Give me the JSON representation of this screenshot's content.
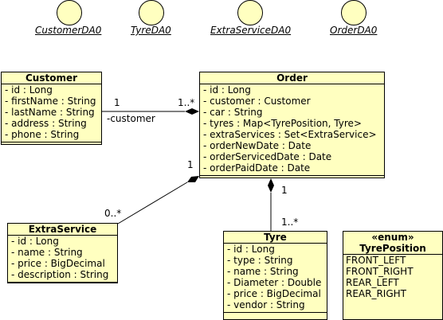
{
  "interfaces": [
    "CustomerDA0",
    "TyreDA0",
    "ExtraServiceDA0",
    "OrderDA0"
  ],
  "classes": {
    "customer": {
      "name": "Customer",
      "attributes": [
        "- id : Long",
        "- firstName : String",
        "- lastName : String",
        "- address : String",
        "- phone : String"
      ]
    },
    "order": {
      "name": "Order",
      "attributes": [
        "- id : Long",
        "- customer : Customer",
        "- car : String",
        "- tyres : Map<TyrePosition, Tyre>",
        "- extraServices : Set<ExtraService>",
        "- orderNewDate : Date",
        "- orderServicedDate : Date",
        "- orderPaidDate : Date"
      ]
    },
    "extraservice": {
      "name": "ExtraService",
      "attributes": [
        "- id : Long",
        "- name : String",
        "- price : BigDecimal",
        "- description : String"
      ]
    },
    "tyre": {
      "name": "Tyre",
      "attributes": [
        "- id : Long",
        "- type : String",
        "- name : String",
        "- Diameter : Double",
        "- price : BigDecimal",
        "- vendor : String"
      ]
    },
    "tyreposition": {
      "stereotype": "«enum»",
      "name": "TyrePosition",
      "values": [
        "FRONT_LEFT",
        "FRONT_RIGHT",
        "REAR_LEFT",
        "REAR_RIGHT"
      ]
    }
  },
  "associations": {
    "order_customer": {
      "customer_end": "1",
      "order_end": "1..*",
      "role": "-customer"
    },
    "order_extraservice": {
      "order_end": "1",
      "extraservice_end": "0..*"
    },
    "order_tyre": {
      "order_end": "1",
      "tyre_end": "1..*"
    }
  }
}
